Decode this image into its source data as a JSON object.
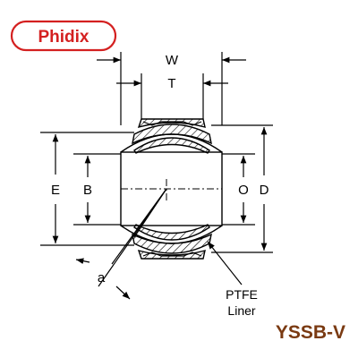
{
  "brand": {
    "name": "Phidix",
    "color": "#d42020"
  },
  "model": {
    "label": "YSSB-V",
    "color": "#7a3a12"
  },
  "dimensions": {
    "W": "W",
    "T": "T",
    "E": "E",
    "B": "B",
    "O": "O",
    "D": "D",
    "a": "a"
  },
  "liner": {
    "line1": "PTFE",
    "line2": "Liner"
  },
  "colors": {
    "line": "#000000",
    "hatch": "#000000",
    "background": "#ffffff"
  }
}
